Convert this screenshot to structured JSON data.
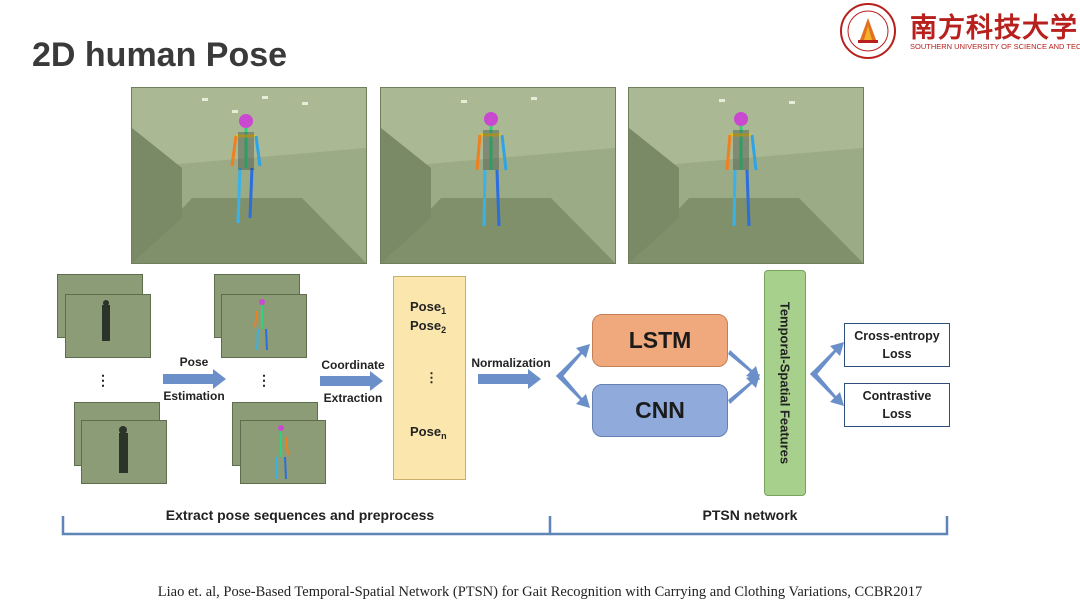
{
  "slide": {
    "title": "2D human Pose",
    "logo": {
      "name_cn": "南方科技大学",
      "name_en": "SOUTHERN UNIVERSITY OF SCIENCE AND TECHNOLOGY"
    }
  },
  "diagram": {
    "dots": "⋮",
    "step_pose": {
      "line1": "Pose",
      "line2": "Estimation"
    },
    "step_coord": {
      "line1": "Coordinate",
      "line2": "Extraction"
    },
    "step_norm": "Normalization",
    "pose_list": {
      "base": "Pose",
      "sub1": "1",
      "sub2": "2",
      "subn": "n"
    },
    "lstm": "LSTM",
    "cnn": "CNN",
    "features": "Temporal-Spatial Features",
    "loss_ce": {
      "line1": "Cross-entropy",
      "line2": "Loss"
    },
    "loss_con": {
      "line1": "Contrastive",
      "line2": "Loss"
    },
    "bracket_left": "Extract pose sequences and preprocess",
    "bracket_right": "PTSN network",
    "arrow_color": "#6b8fc9",
    "bracket_color": "#5e84b8"
  },
  "citation": "Liao et. al, Pose-Based Temporal-Spatial Network (PTSN) for Gait Recognition with Carrying and Clothing Variations, CCBR2017"
}
